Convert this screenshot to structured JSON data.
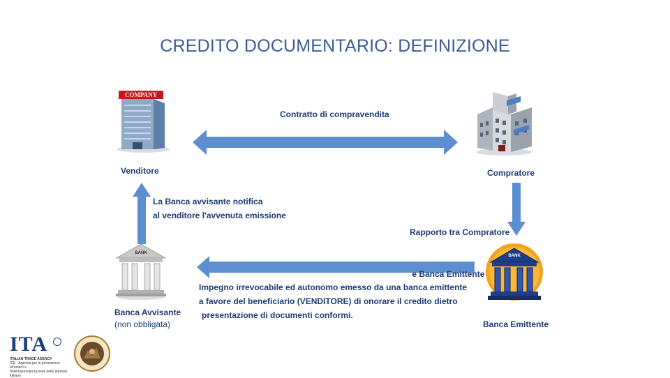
{
  "title": "CREDITO DOCUMENTARIO: DEFINIZIONE",
  "nodes": {
    "venditore": "Venditore",
    "compratore": "Compratore",
    "banca_avvisante": "Banca Avvisante",
    "banca_avvisante_note": "(non obbligata)",
    "banca_emittente": "Banca Emittente"
  },
  "icons": {
    "company_sign": "COMPANY",
    "bank_sign": "BANK"
  },
  "edges": {
    "contratto": "Contratto di compravendita",
    "notifica": [
      "La Banca avvisante notifica",
      "al venditore l'avvenuta emissione"
    ],
    "rapporto": [
      "Rapporto tra Compratore",
      " e Banca Emittente"
    ],
    "impegno": [
      "Impegno irrevocabile ed autonomo emesso da una banca emittente",
      "a favore del beneficiario (VENDITORE) di onorare il credito dietro",
      "presentazione di documenti conformi."
    ]
  },
  "footer": {
    "ita_logo": "ITA",
    "ita_tagline": "ITALIAN TRADE AGENCY",
    "ita_description": [
      "ICE - Agenzia per la promozione all'estero e",
      "l'internazionalizzazione delle imprese italiane"
    ],
    "seal_name": "seal-emblem"
  },
  "colors": {
    "arrow": "#5b8fd0",
    "text": "#1f3b73",
    "title": "#3d5a99"
  }
}
